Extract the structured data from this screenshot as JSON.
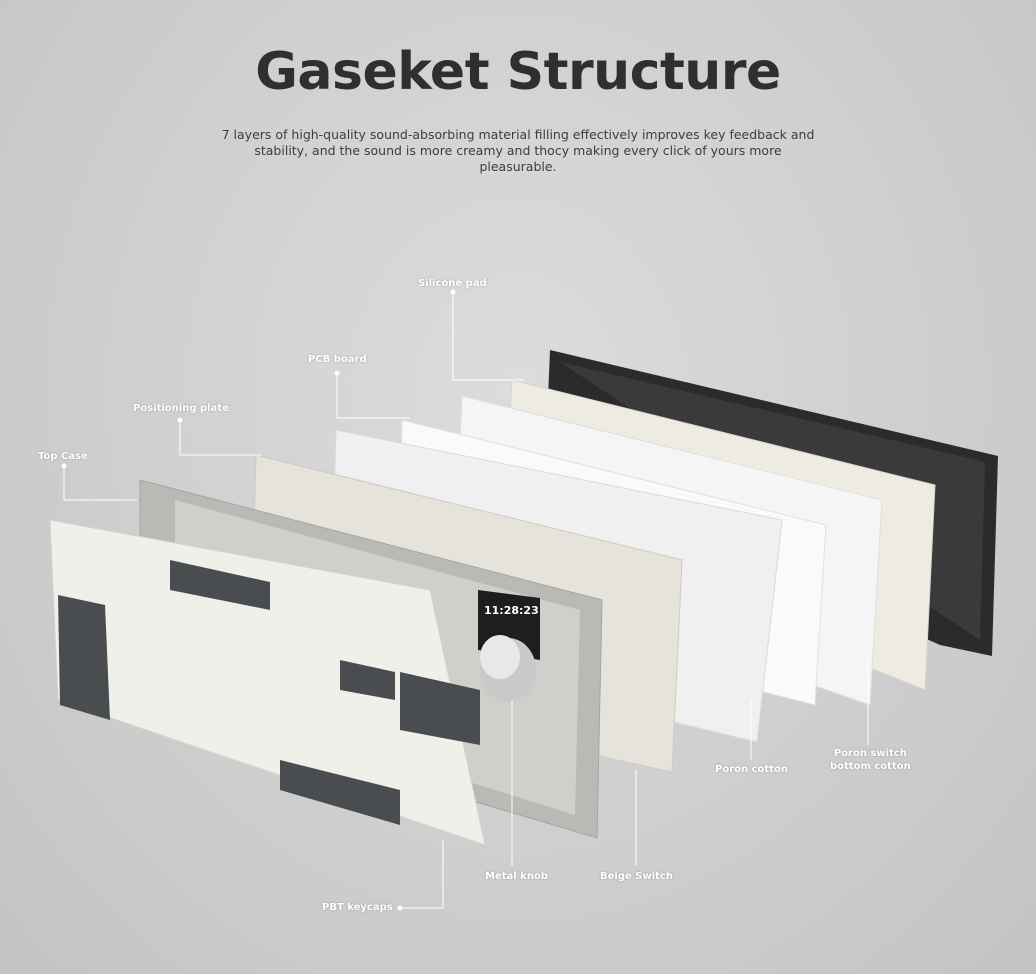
{
  "header": {
    "title": "Gaseket Structure",
    "subtitle": "7 layers of high-quality sound-absorbing material filling effectively improves key feedback and stability, and the sound is more creamy and thocy making every click of yours more pleasurable."
  },
  "labels": {
    "silicone_pad": "Silicone pad",
    "pcb_board": "PCB board",
    "positioning_plate": "Positioning plate",
    "top_case": "Top Case",
    "poron_cotton": "Poron cotton",
    "poron_switch_bottom_cotton_1": "Poron switch",
    "poron_switch_bottom_cotton_2": "bottom cotton",
    "beige_switch": "Beige Switch",
    "metal_knob": "Metal knob",
    "pbt_keycaps": "PBT keycaps"
  },
  "screen": {
    "time": "11:28:23"
  },
  "colors": {
    "bottom_case": "#2a2a2a",
    "silicone_pad": "#eeebe2",
    "pcb": "#f4f4f4",
    "top_case": "#b9b9b6",
    "dark_keys": "#4a4d50"
  }
}
